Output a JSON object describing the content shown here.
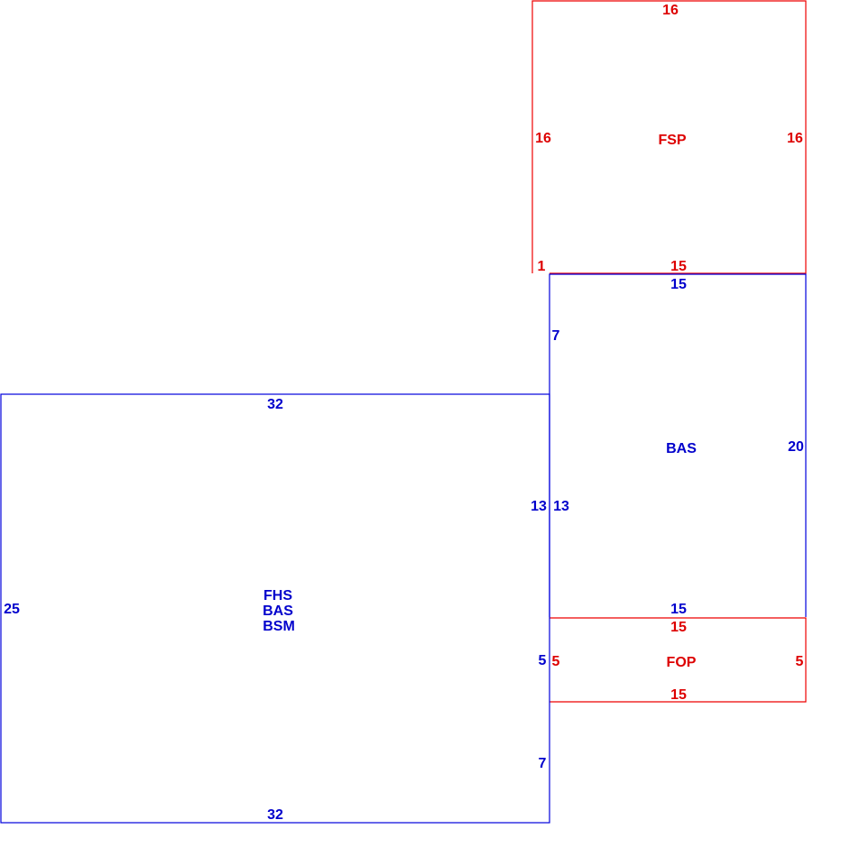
{
  "colors": {
    "blue": "#0000dd",
    "red": "#ee0000"
  },
  "areas": {
    "fsp": {
      "code": "FSP",
      "top": "16",
      "left": "16",
      "right": "16",
      "bottom": "15",
      "bottom_left": "1"
    },
    "bas": {
      "code": "BAS",
      "top": "15",
      "left": "7",
      "left_lower": "13",
      "right": "20",
      "bottom": "15"
    },
    "fop": {
      "code": "FOP",
      "top": "15",
      "left": "5",
      "right": "5",
      "bottom": "15"
    },
    "main": {
      "codes": [
        "FHS",
        "BAS",
        "BSM"
      ],
      "top": "32",
      "left": "25",
      "right_upper": "13",
      "right_mid": "5",
      "right_lower": "7",
      "bottom": "32"
    }
  }
}
